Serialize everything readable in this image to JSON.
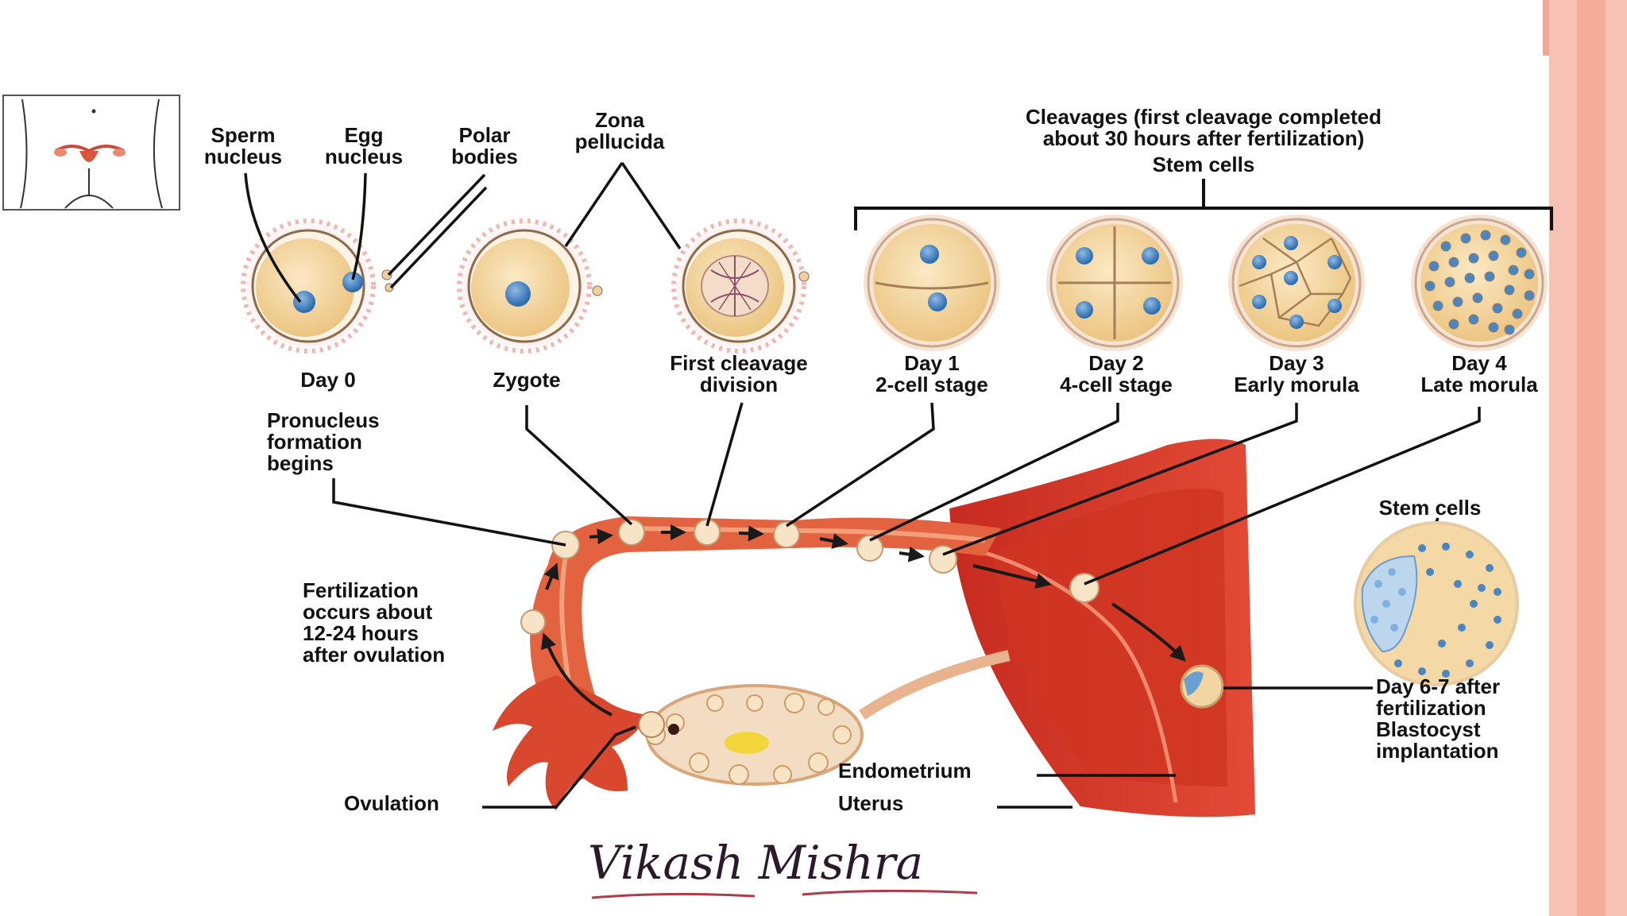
{
  "labels": {
    "sperm_nucleus": [
      "Sperm",
      "nucleus"
    ],
    "egg_nucleus": [
      "Egg",
      "nucleus"
    ],
    "polar_bodies": [
      "Polar",
      "bodies"
    ],
    "zona_pellucida": [
      "Zona",
      "pellucida"
    ],
    "cleavages": [
      "Cleavages (first cleavage completed",
      "about 30 hours after fertilization)"
    ],
    "stem_cells_top": "Stem cells",
    "day0": "Day 0",
    "zygote": "Zygote",
    "first_cleavage": [
      "First cleavage",
      "division"
    ],
    "day1": [
      "Day 1",
      "2-cell stage"
    ],
    "day2": [
      "Day 2",
      "4-cell stage"
    ],
    "day3": [
      "Day 3",
      "Early morula"
    ],
    "day4": [
      "Day 4",
      "Late morula"
    ],
    "pronucleus": [
      "Pronucleus",
      "formation",
      "begins"
    ],
    "fertilization": [
      "Fertilization",
      "occurs about",
      "12-24 hours",
      "after ovulation"
    ],
    "stem_cells_right": "Stem cells",
    "blastocyst": [
      "Day 6-7 after",
      "fertilization",
      "Blastocyst",
      "implantation"
    ],
    "endometrium": "Endometrium",
    "uterus": "Uterus",
    "ovulation": "Ovulation",
    "signature": "Vikash Mishra"
  },
  "colors": {
    "uterus_red": "#d63a2a",
    "tube_orange": "#e2653f",
    "egg_fill": "#f4d9a6",
    "nucleus_blue": "#3f7fc2",
    "halo_pink": "#f5c6c4",
    "border_pink": "#f2b4a6"
  }
}
